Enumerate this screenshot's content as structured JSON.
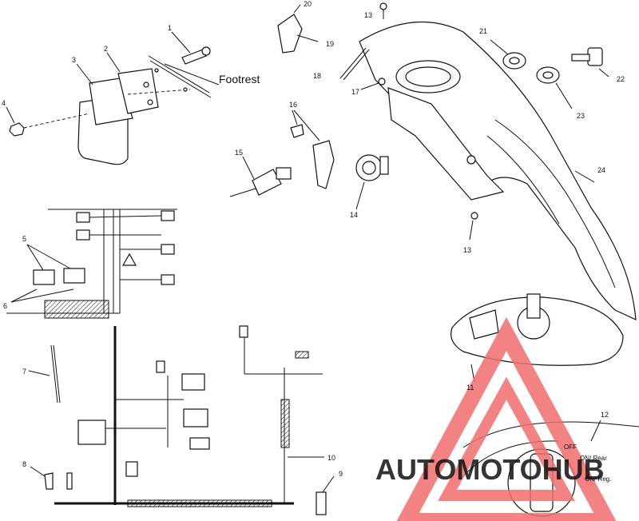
{
  "labels": {
    "footrest": "Footrest",
    "callouts": [
      "1",
      "2",
      "3",
      "4",
      "5",
      "6",
      "7",
      "8",
      "9",
      "10",
      "11",
      "12",
      "13",
      "13",
      "14",
      "15",
      "16",
      "17",
      "18",
      "19",
      "20",
      "21",
      "22",
      "23",
      "24"
    ]
  },
  "switch_panel": {
    "off": "OFF",
    "on_rear": "ON/ Rear",
    "on_reg": "ON/ Reg."
  },
  "watermark": {
    "text": "AUTOMOTOHUB",
    "colors": {
      "triangle": "#f26d6d",
      "text_orange": "#f5b041",
      "text_gray": "#8c8c8c"
    }
  }
}
